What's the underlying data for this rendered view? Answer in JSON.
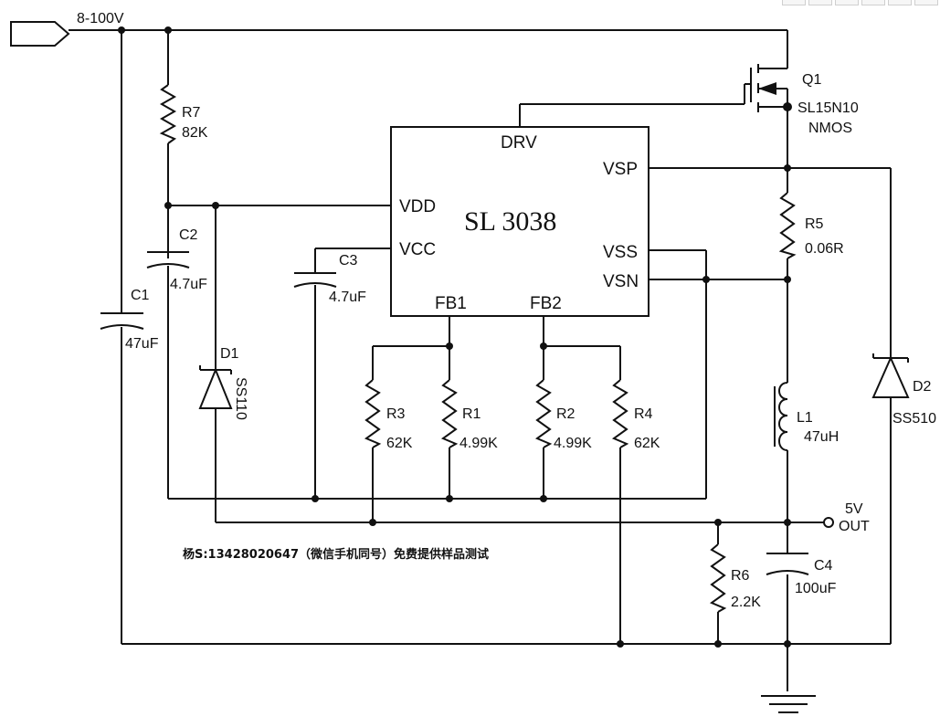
{
  "input": {
    "voltage": "8-100V"
  },
  "chip": {
    "name": "SL 3038",
    "pins": {
      "drv": "DRV",
      "vsp": "VSP",
      "vdd": "VDD",
      "vcc": "VCC",
      "vss": "VSS",
      "vsn": "VSN",
      "fb1": "FB1",
      "fb2": "FB2"
    }
  },
  "components": {
    "q1": {
      "ref": "Q1",
      "part": "SL15N10",
      "type": "NMOS"
    },
    "r7": {
      "ref": "R7",
      "value": "82K"
    },
    "c2": {
      "ref": "C2",
      "value": "4.7uF"
    },
    "c1": {
      "ref": "C1",
      "value": "47uF"
    },
    "c3": {
      "ref": "C3",
      "value": "4.7uF"
    },
    "d1": {
      "ref": "D1",
      "part": "SS110"
    },
    "r3": {
      "ref": "R3",
      "value": "62K"
    },
    "r1": {
      "ref": "R1",
      "value": "4.99K"
    },
    "r2": {
      "ref": "R2",
      "value": "4.99K"
    },
    "r4": {
      "ref": "R4",
      "value": "62K"
    },
    "r5": {
      "ref": "R5",
      "value": "0.06R"
    },
    "l1": {
      "ref": "L1",
      "value": "47uH"
    },
    "d2": {
      "ref": "D2",
      "part": "SS510"
    },
    "r6": {
      "ref": "R6",
      "value": "2.2K"
    },
    "c4": {
      "ref": "C4",
      "value": "100uF"
    }
  },
  "output": {
    "voltage": "5V",
    "label": "OUT"
  },
  "note": "杨S:13428020647（微信手机同号）免费提供样品测试"
}
